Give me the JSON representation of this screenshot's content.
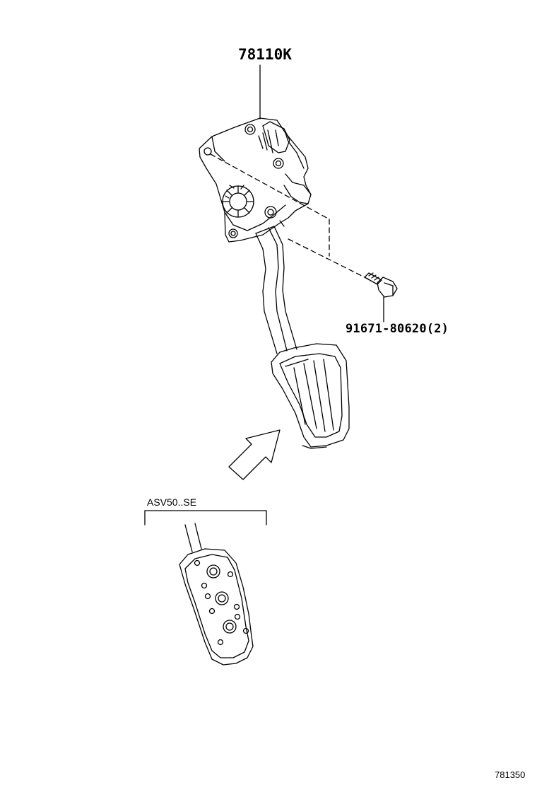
{
  "callouts": {
    "pedal_assembly": "78110K",
    "bolt": "91671-80620(2)"
  },
  "variant": {
    "label": "ASV50..SE"
  },
  "figure": {
    "id": "781350"
  }
}
